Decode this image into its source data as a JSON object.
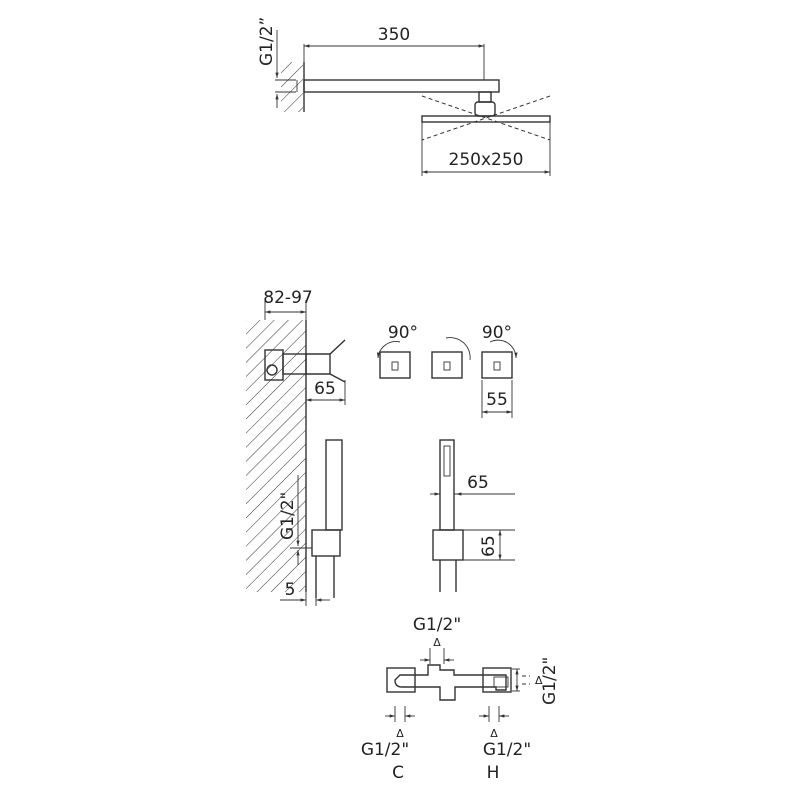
{
  "drawing": {
    "shower_arm": {
      "length": "350",
      "thread_top": "G1/2”",
      "head_size": "250x250"
    },
    "wall_mount": {
      "depth": "82-97",
      "handle_projection": "65",
      "thread_side": "G1/2\"",
      "offset": "5"
    },
    "handle_rotation": {
      "left_angle": "90°",
      "right_angle": "90°",
      "width": "55"
    },
    "hand_shower": {
      "horizontal": "65",
      "vertical": "65"
    },
    "mixer_body": {
      "top_inlet": "G1/2\"",
      "side_outlet": "G1/2\"",
      "cold_inlet": "G1/2\"",
      "cold_label": "C",
      "hot_inlet": "G1/2\"",
      "hot_label": "H",
      "marker": "Δ"
    }
  },
  "colors": {
    "stroke": "#333333",
    "background": "#ffffff"
  }
}
